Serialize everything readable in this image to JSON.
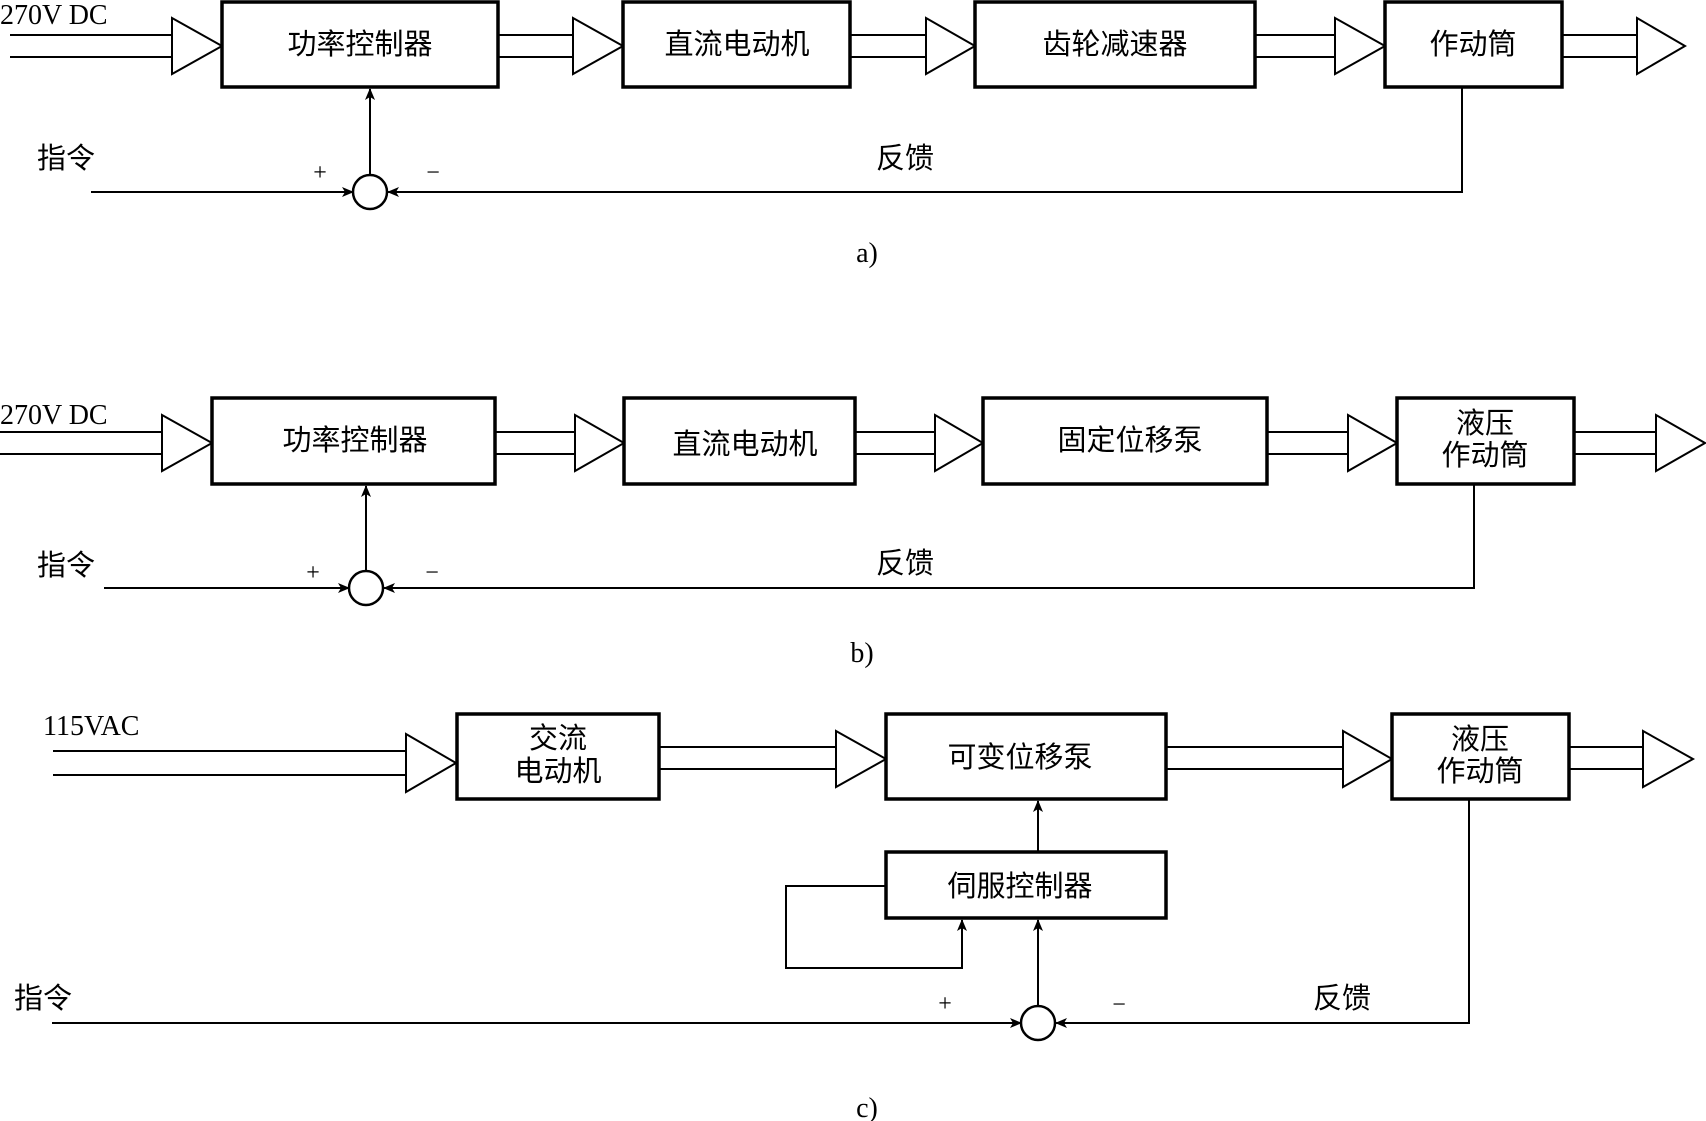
{
  "diagrams": [
    {
      "id": "a",
      "caption": "a)",
      "power_input": "270V DC",
      "blocks": [
        {
          "label": [
            "功率控制器"
          ]
        },
        {
          "label": [
            "直流电动机"
          ]
        },
        {
          "label": [
            "齿轮减速器"
          ]
        },
        {
          "label": [
            "作动筒"
          ]
        }
      ],
      "command_label": "指令",
      "feedback_label": "反馈",
      "plus_sign": "+",
      "minus_sign": "−"
    },
    {
      "id": "b",
      "caption": "b)",
      "power_input": "270V DC",
      "blocks": [
        {
          "label": [
            "功率控制器"
          ]
        },
        {
          "label": [
            "直流电动机"
          ]
        },
        {
          "label": [
            "固定位移泵"
          ]
        },
        {
          "label": [
            "液压",
            "作动筒"
          ]
        }
      ],
      "command_label": "指令",
      "feedback_label": "反馈",
      "plus_sign": "+",
      "minus_sign": "−"
    },
    {
      "id": "c",
      "caption": "c)",
      "power_input": "115VAC",
      "blocks": [
        {
          "label": [
            "交流",
            "电动机"
          ]
        },
        {
          "label": [
            "可变位移泵"
          ]
        },
        {
          "label": [
            "液压",
            "作动筒"
          ]
        },
        {
          "label": [
            "伺服控制器"
          ]
        }
      ],
      "command_label": "指令",
      "feedback_label": "反馈",
      "plus_sign": "+",
      "minus_sign": "−"
    }
  ]
}
